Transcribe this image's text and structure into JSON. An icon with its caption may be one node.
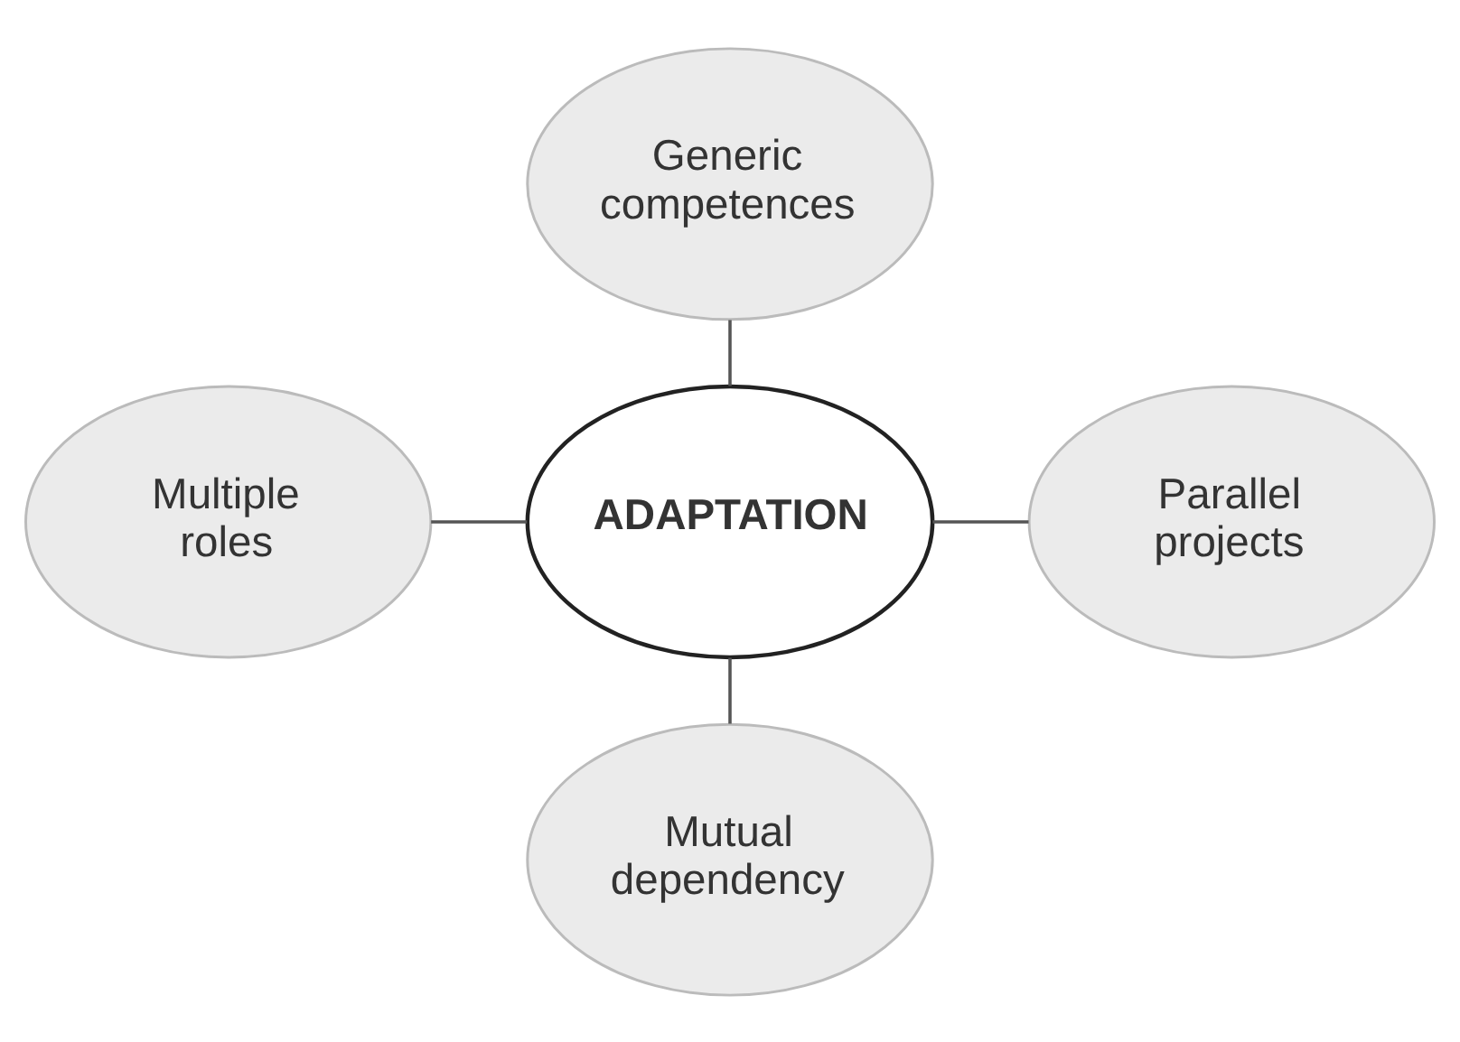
{
  "diagram": {
    "nodes": [
      {
        "text": [
          "Generic competences"
        ]
      },
      {
        "text": [
          "Multiple roles"
        ]
      },
      {
        "text": [
          "ADAPTATION"
        ]
      },
      {
        "text": [
          "Parallel projects"
        ]
      },
      {
        "text": [
          "Mutual dependency"
        ]
      }
    ],
    "edges": [
      {
        "from": 0,
        "to": 2,
        "arrow": "none"
      },
      {
        "from": 1,
        "to": 2,
        "arrow": "none"
      },
      {
        "from": 2,
        "to": 3,
        "arrow": "none"
      },
      {
        "from": 2,
        "to": 4,
        "arrow": "none"
      }
    ]
  }
}
